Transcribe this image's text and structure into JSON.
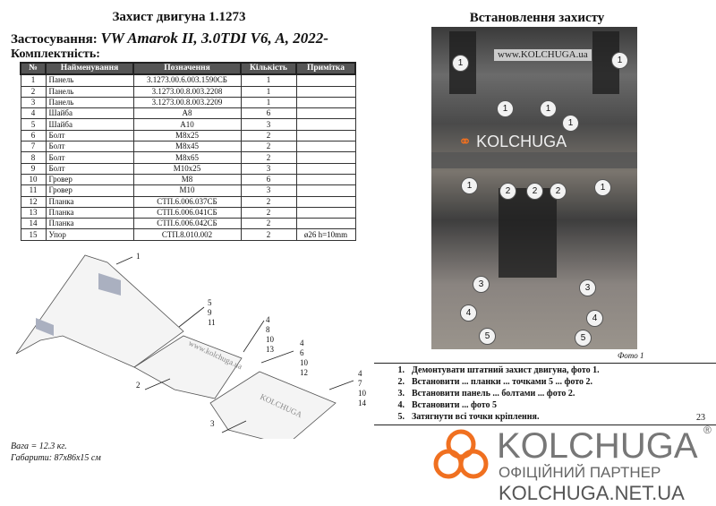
{
  "header": {
    "title": "Захист двигуна 1.1273",
    "application_label": "Застосування:",
    "application_value": "VW Amarok II, 3.0TDI V6, A, 2022-",
    "kit_label": "Комплектність:"
  },
  "table": {
    "columns": [
      "№",
      "Найменування",
      "Позначення",
      "Кількість",
      "Примітка"
    ],
    "rows": [
      [
        "1",
        "Панель",
        "3.1273.00.6.003.1590СБ",
        "1",
        ""
      ],
      [
        "2",
        "Панель",
        "3.1273.00.8.003.2208",
        "1",
        ""
      ],
      [
        "3",
        "Панель",
        "3.1273.00.8.003.2209",
        "1",
        ""
      ],
      [
        "4",
        "Шайба",
        "А8",
        "6",
        ""
      ],
      [
        "5",
        "Шайба",
        "А10",
        "3",
        ""
      ],
      [
        "6",
        "Болт",
        "М8х25",
        "2",
        ""
      ],
      [
        "7",
        "Болт",
        "М8х45",
        "2",
        ""
      ],
      [
        "8",
        "Болт",
        "М8х65",
        "2",
        ""
      ],
      [
        "9",
        "Болт",
        "М10х25",
        "3",
        ""
      ],
      [
        "10",
        "Гровер",
        "М8",
        "6",
        ""
      ],
      [
        "11",
        "Гровер",
        "М10",
        "3",
        ""
      ],
      [
        "12",
        "Планка",
        "СТП.6.006.037СБ",
        "2",
        ""
      ],
      [
        "13",
        "Планка",
        "СТП.6.006.041СБ",
        "2",
        ""
      ],
      [
        "14",
        "Планка",
        "СТП.6.006.042СБ",
        "2",
        ""
      ],
      [
        "15",
        "Упор",
        "СТП.8.010.002",
        "2",
        "ø26 h=10mm"
      ]
    ]
  },
  "diagram": {
    "labels": {
      "a": "1",
      "b": "5\n9\n11",
      "c": "4\n8\n10\n13",
      "d": "4\n6\n10\n12",
      "e": "4\n7\n10\n14",
      "f": "2",
      "g": "3"
    },
    "watermark": "www.kolchuga.ua",
    "brand": "KOLCHUGA"
  },
  "specs": {
    "weight": "Вага = 12.3 кг.",
    "dims": "Габарити: 87х86х15 см"
  },
  "install": {
    "title": "Встановлення захисту",
    "photo_caption": "Фото 1",
    "photo_watermark": "www.KOLCHUGA.ua",
    "photo_brand": "KOLCHUGA",
    "steps": [
      {
        "n": "1.",
        "text": "Демонтувати штатний захист двигуна, фото 1."
      },
      {
        "n": "2.",
        "text": "Встановити ... планки ... точками 5 ... фото 2."
      },
      {
        "n": "3.",
        "text": "Встановити панель ... болтами ... фото 2."
      },
      {
        "n": "4.",
        "text": "Встановити ... фото 5"
      },
      {
        "n": "5.",
        "text": "Затягнути всі точки кріплення."
      }
    ]
  },
  "overlay": {
    "brand": "KOLCHUGA",
    "reg": "®",
    "partner": "ОФІЦІЙНИЙ ПАРТНЕР",
    "site": "KOLCHUGA.NET.UA"
  },
  "page_number": "23"
}
